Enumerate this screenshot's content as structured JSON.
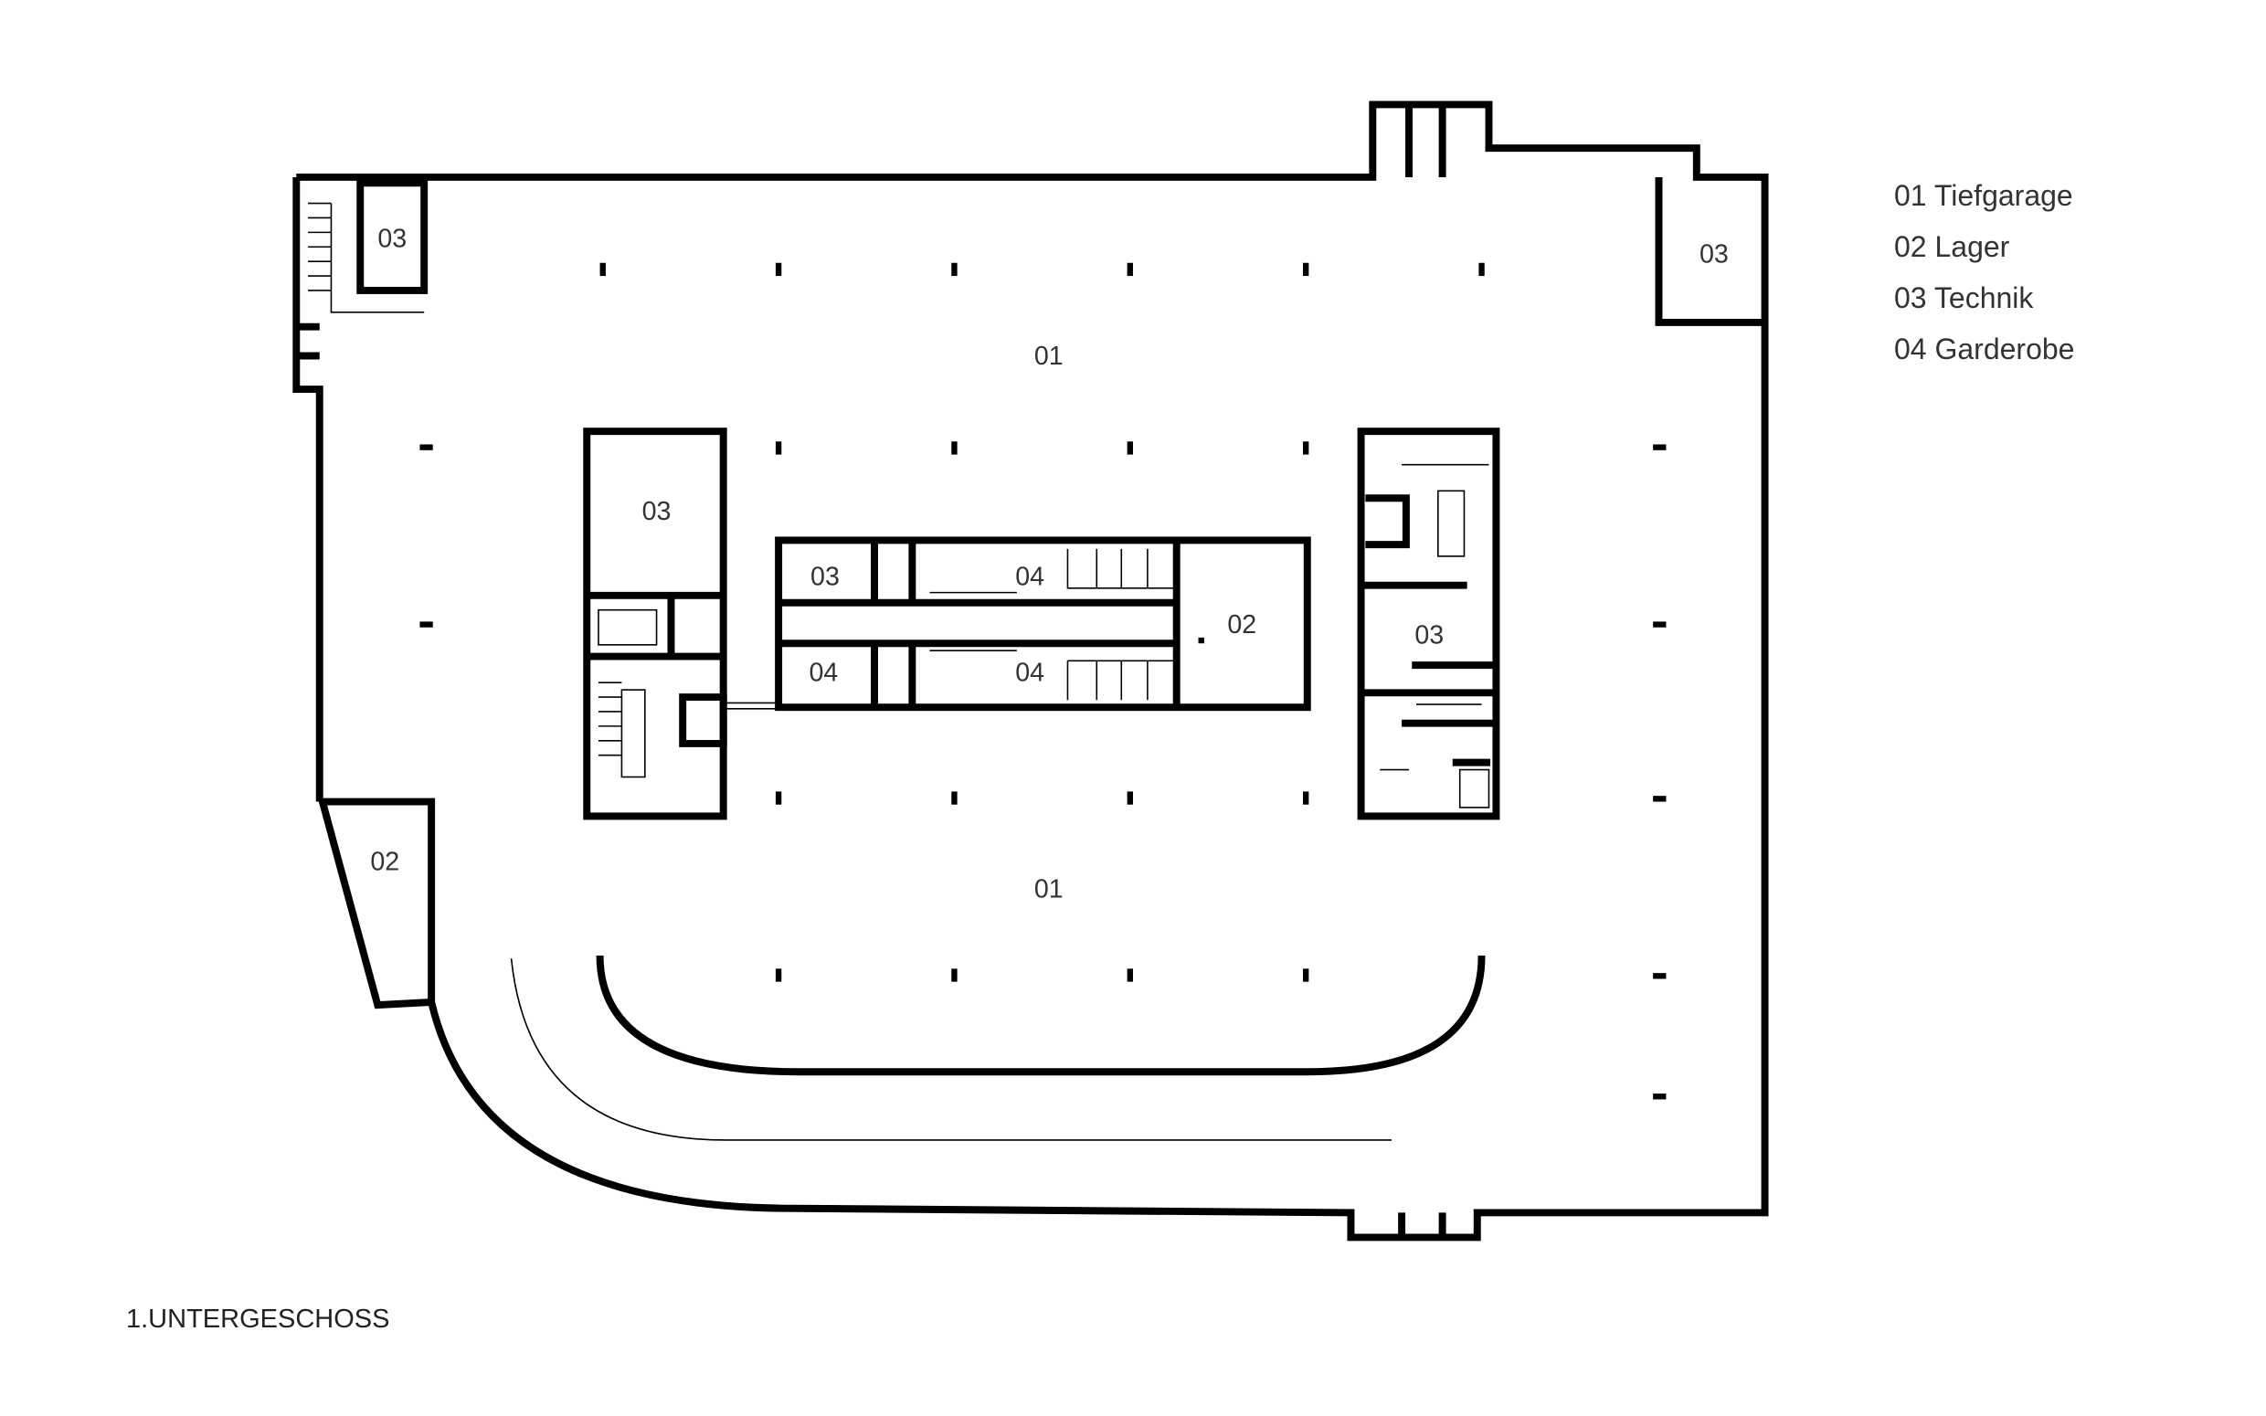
{
  "legend": [
    {
      "code": "01",
      "name": "Tiefgarage"
    },
    {
      "code": "02",
      "name": "Lager"
    },
    {
      "code": "03",
      "name": "Technik"
    },
    {
      "code": "04",
      "name": "Garderobe"
    }
  ],
  "rooms": {
    "garage_north": "01",
    "garage_south": "01",
    "technik_topleft": "03",
    "technik_topright": "03",
    "technik_leftcore": "03",
    "technik_center": "03",
    "technik_rightcore": "03",
    "garderobe_center_top": "04",
    "garderobe_center_small": "04",
    "garderobe_center_bottom": "04",
    "lager_center": "02",
    "lager_left": "02"
  },
  "title": "1.UNTERGESCHOSS"
}
